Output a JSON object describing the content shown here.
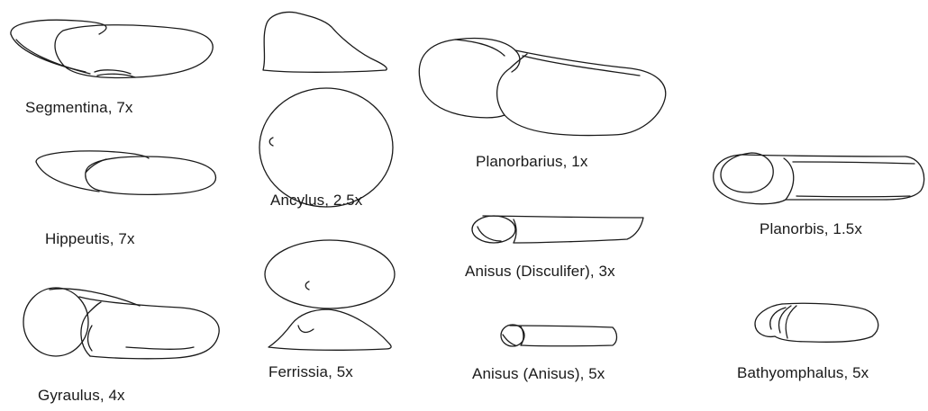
{
  "figure": {
    "labels": {
      "segmentina": "Segmentina, 7x",
      "hippeutis": "Hippeutis, 7x",
      "gyraulus": "Gyraulus, 4x",
      "ancylus": "Ancylus, 2.5x",
      "ferrissia": "Ferrissia, 5x",
      "planorbarius": "Planorbarius, 1x",
      "anisus_disculifer": "Anisus (Disculifer), 3x",
      "anisus_anisus": "Anisus (Anisus), 5x",
      "planorbis": "Planorbis, 1.5x",
      "bathyomphalus": "Bathyomphalus, 5x"
    }
  }
}
